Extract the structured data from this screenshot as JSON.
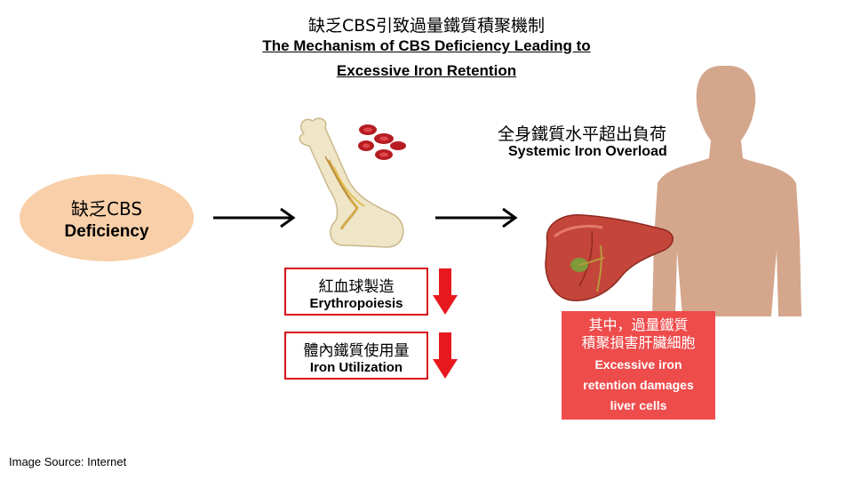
{
  "title": {
    "zh": "缺乏CBS引致過量鐵質積聚機制",
    "en_line1": "The Mechanism of CBS Deficiency Leading to",
    "en_line2": "Excessive Iron Retention"
  },
  "deficiency": {
    "zh": "缺乏CBS",
    "en": "Deficiency"
  },
  "erythropoiesis": {
    "zh": "紅血球製造",
    "en": "Erythropoiesis"
  },
  "iron_utilization": {
    "zh": "體內鐵質使用量",
    "en": "Iron Utilization"
  },
  "systemic": {
    "zh": "全身鐵質水平超出負荷",
    "en": "Systemic Iron Overload"
  },
  "liver_damage": {
    "zh_line1": "其中，過量鐵質",
    "zh_line2": "積聚損害肝臟細胞",
    "en_line1": "Excessive iron",
    "en_line2": "retention damages",
    "en_line3": "liver cells"
  },
  "image_source": "Image Source: Internet",
  "colors": {
    "oval": "#f8cfa8",
    "red": "#d9141a",
    "redbox": "#ee4b4b",
    "body": "#d4a68c"
  }
}
